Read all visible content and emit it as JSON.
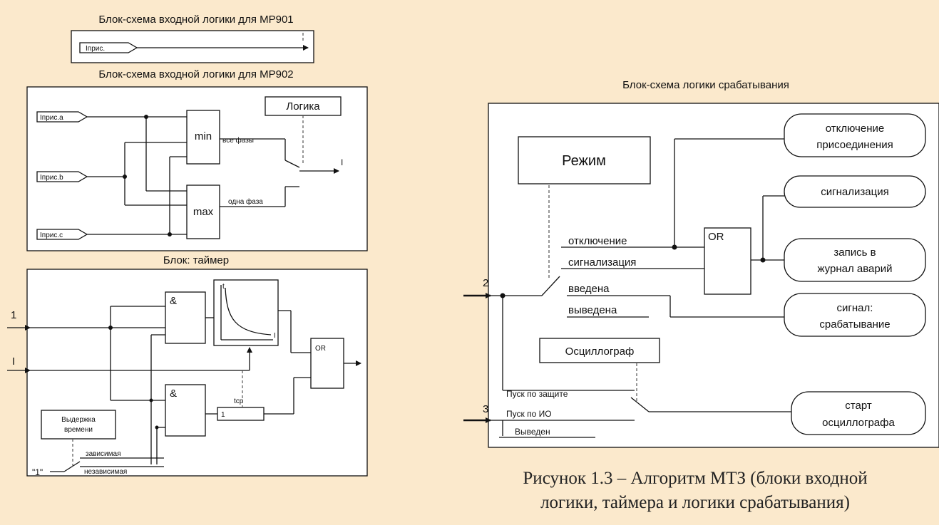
{
  "headers": {
    "mr901": "Блок-схема входной логики для МР901",
    "mr902": "Блок-схема входной логики для МР902",
    "timer": "Блок: таймер",
    "trip": "Блок-схема логики срабатывания"
  },
  "mr901": {
    "input": "Iприс."
  },
  "mr902": {
    "inputs": [
      "Iприс.a",
      "Iприс.b",
      "Iприс.c"
    ],
    "logic_box": "Логика",
    "min": "min",
    "max": "max",
    "all_phases": "все фазы",
    "one_phase": "одна фаза",
    "output": "I"
  },
  "timer": {
    "input1": "1",
    "inputI": "I",
    "and": "&",
    "or": "OR",
    "curve_t": "t",
    "curve_I": "I",
    "tcp": "tср",
    "delay_unit": "1",
    "delay_box": "Выдержка времени",
    "dependent": "зависимая",
    "independent": "независимая",
    "one_const": "\"1\""
  },
  "trip": {
    "mode_box": "Режим",
    "or": "OR",
    "input2": "2",
    "input3": "3",
    "switch_positions": [
      "отключение",
      "сигнализация",
      "введена",
      "выведена"
    ],
    "osc_box": "Осциллограф",
    "osc_positions": [
      "Пуск по защите",
      "Пуск по ИО",
      "Выведен"
    ],
    "outputs": {
      "disconnect": [
        "отключение",
        "присоединения"
      ],
      "signaling": "сигнализация",
      "journal": [
        "запись в",
        "журнал аварий"
      ],
      "signal_trip": [
        "сигнал:",
        "срабатывание"
      ],
      "osc_start": [
        "старт",
        "осциллографа"
      ]
    }
  },
  "caption": {
    "line1": "Рисунок 1.3 – Алгоритм МТЗ (блоки входной",
    "line2": "логики, таймера и логики срабатывания)"
  }
}
